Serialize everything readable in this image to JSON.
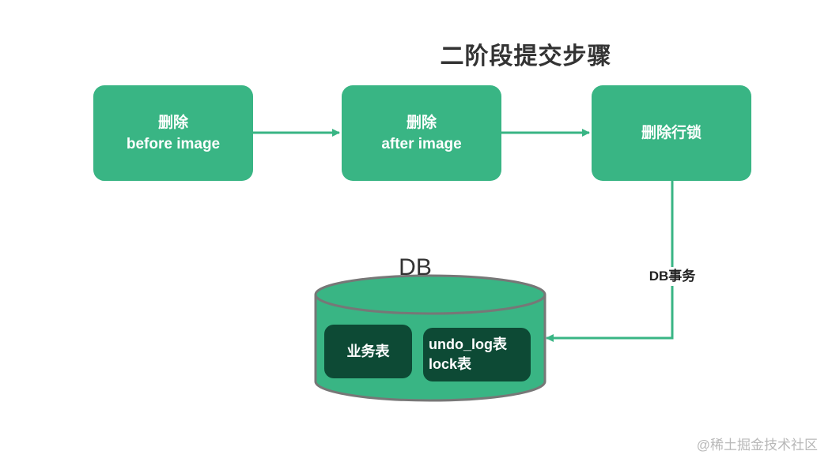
{
  "title": "二阶段提交步骤",
  "steps": [
    {
      "line1": "删除",
      "line2": "before image"
    },
    {
      "line1": "删除",
      "line2": "after image"
    },
    {
      "line1": "删除行锁",
      "line2": ""
    }
  ],
  "db": {
    "label": "DB",
    "tables": [
      {
        "lines": [
          "业务表"
        ]
      },
      {
        "lines": [
          "undo_log表",
          "lock表"
        ]
      }
    ]
  },
  "edge_label": "DB事务",
  "watermark": "@稀土掘金技术社区",
  "colors": {
    "step_fill": "#39b584",
    "db_fill": "#39b584",
    "db_stroke": "#777777",
    "table_fill": "#0d4a35",
    "arrow": "#39b584"
  }
}
